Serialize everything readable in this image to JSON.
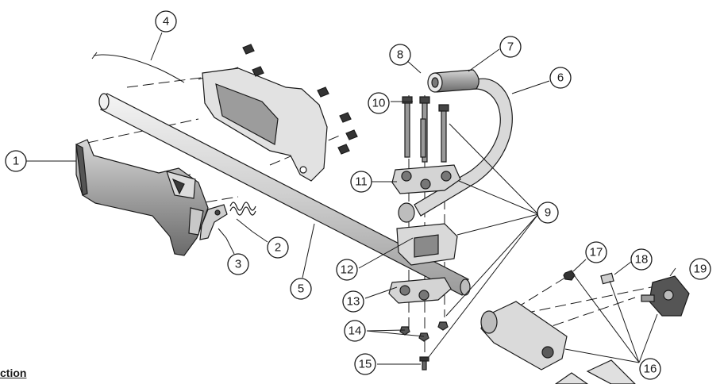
{
  "diagram": {
    "callouts": [
      "1",
      "2",
      "3",
      "4",
      "5",
      "6",
      "7",
      "8",
      "9",
      "10",
      "11",
      "12",
      "13",
      "14",
      "15",
      "16",
      "17",
      "18",
      "19"
    ]
  },
  "caption": "ction",
  "colors": {
    "line": "#1a1a1a",
    "fill_light": "#e6e6e6",
    "fill_mid": "#b9b9b9",
    "fill_dark": "#5a5a5a",
    "background": "#ffffff"
  }
}
